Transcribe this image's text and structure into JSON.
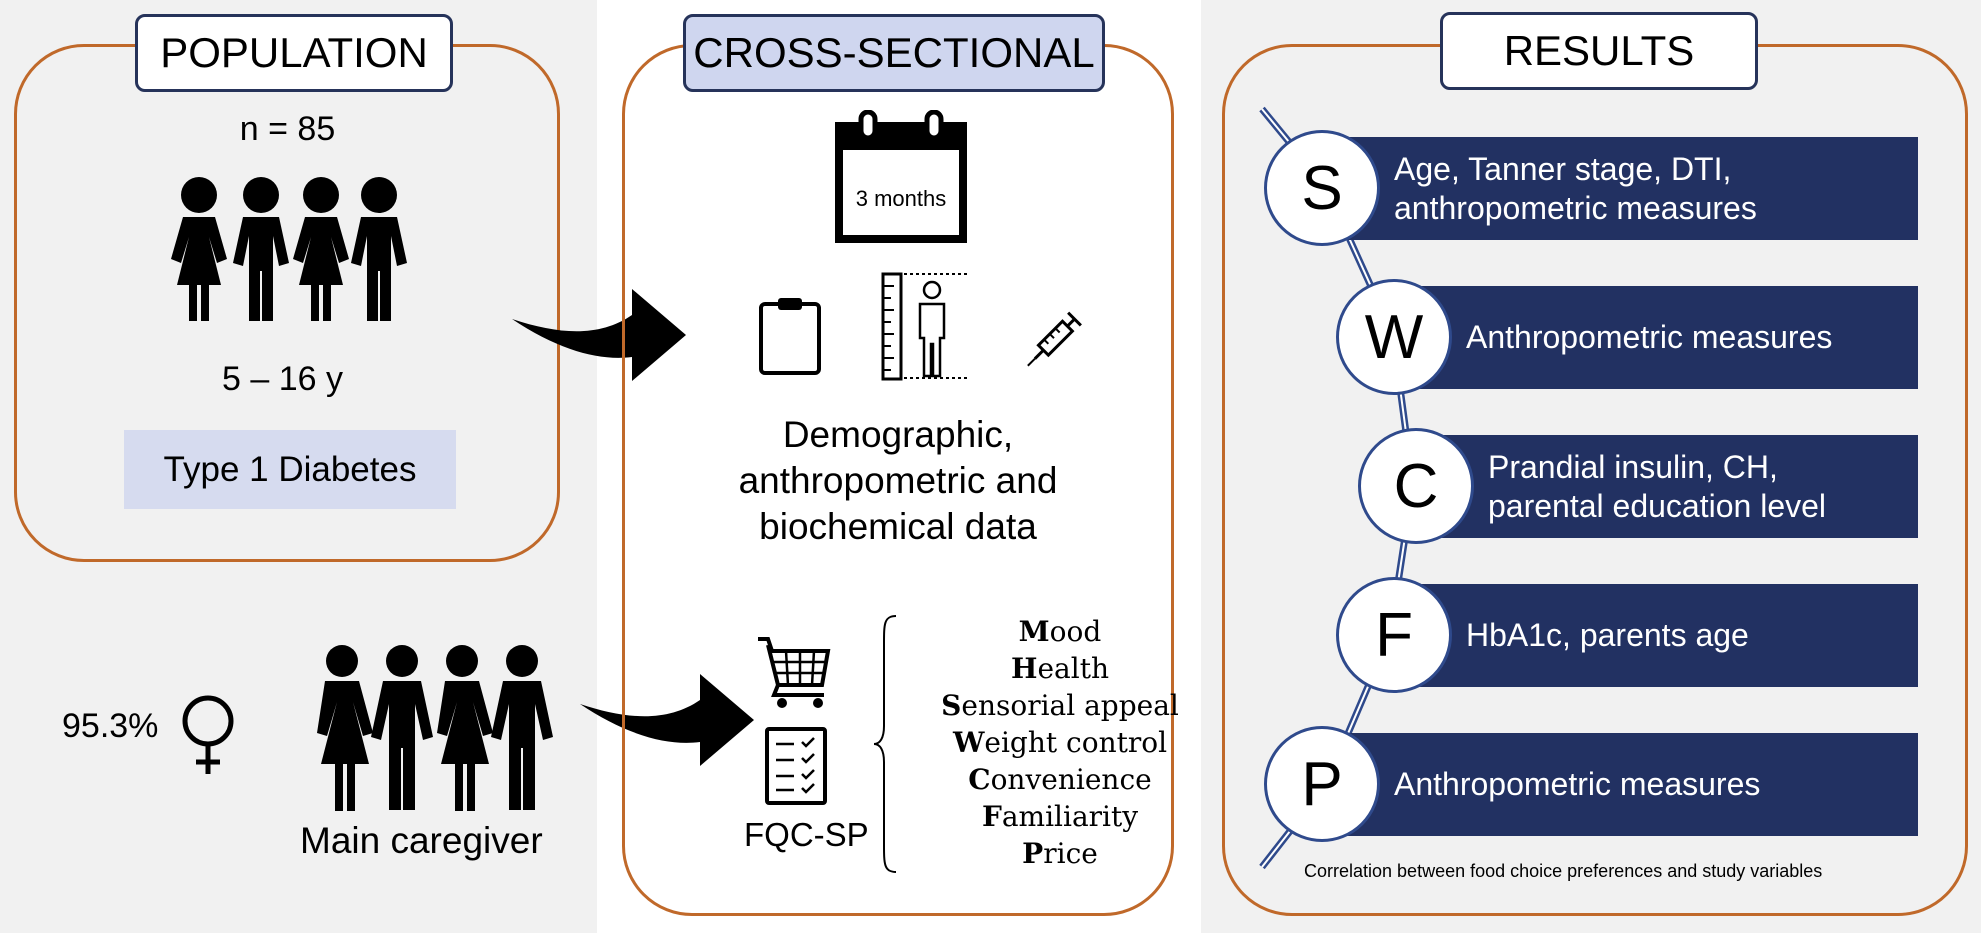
{
  "population": {
    "title": "POPULATION",
    "n": "n = 85",
    "age_range": "5 – 16 y",
    "condition": "Type 1 Diabetes"
  },
  "caregiver": {
    "percent": "95.3%",
    "label": "Main caregiver"
  },
  "cross_sectional": {
    "title": "CROSS-SECTIONAL",
    "duration": "3 months",
    "data_line1": "Demographic,",
    "data_line2": "anthropometric and",
    "data_line3": "biochemical data",
    "instrument": "FQC-SP",
    "factors": [
      {
        "initial": "M",
        "rest": "ood"
      },
      {
        "initial": "H",
        "rest": "ealth"
      },
      {
        "initial": "S",
        "rest": "ensorial appeal"
      },
      {
        "initial": "W",
        "rest": "eight control"
      },
      {
        "initial": "C",
        "rest": "onvenience"
      },
      {
        "initial": "F",
        "rest": "amiliarity"
      },
      {
        "initial": "P",
        "rest": "rice"
      }
    ]
  },
  "results": {
    "title": "RESULTS",
    "items": [
      {
        "letter": "S",
        "line1": "Age, Tanner stage, DTI,",
        "line2": "anthropometric measures"
      },
      {
        "letter": "W",
        "line1": "Anthropometric measures",
        "line2": ""
      },
      {
        "letter": "C",
        "line1": "Prandial insulin, CH,",
        "line2": "parental education level"
      },
      {
        "letter": "F",
        "line1": "HbA1c, parents age",
        "line2": ""
      },
      {
        "letter": "P",
        "line1": "Anthropometric measures",
        "line2": ""
      }
    ],
    "footnote": "Correlation between food choice preferences and study variables"
  },
  "colors": {
    "panel_border": "#c0692a",
    "header_border": "#26335a",
    "header_fill_blue": "#cfd6ef",
    "bar_fill": "#223162",
    "condition_fill": "#d6dbef"
  },
  "icons": [
    "people-group-icon",
    "female-symbol-icon",
    "calendar-icon",
    "clipboard-icon",
    "height-measure-icon",
    "syringe-icon",
    "shopping-cart-icon",
    "checklist-icon",
    "curved-arrow-icon"
  ]
}
